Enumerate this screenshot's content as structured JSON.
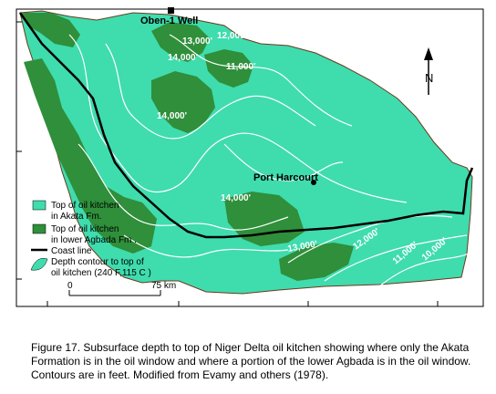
{
  "colors": {
    "akata": "#3fdcae",
    "agbada": "#2f8f3a",
    "coast": "#000000",
    "contour": "#ffffff",
    "border": "#6b3a1e"
  },
  "axis": {
    "x_ticks": [
      "5",
      "6",
      "7",
      "8"
    ],
    "y_ticks": [
      "6",
      "5",
      "4"
    ]
  },
  "places": {
    "oben_well": "Oben-1 Well",
    "port_harcourt": "Port Harcourt"
  },
  "north_label": "N",
  "contour_labels": {
    "c13000_top": "13,000'",
    "c12000_top": "12,000'",
    "c14000_a": "14,000'",
    "c11000_top": "11,000'",
    "c14000_b": "14,000'",
    "c14000_c": "14,000'",
    "c13000_bottom": "13,000'",
    "c12000_bottom": "12,000'",
    "c11000_bottom": "11,000'",
    "c10000_bottom": "10,000'"
  },
  "legend": {
    "akata_line1": "Top of oil kitchen",
    "akata_line2": "in Akata Fm.",
    "agbada_line1": "Top of oil kitchen",
    "agbada_line2": "in lower Agbada Fm .",
    "coast": "Coast line",
    "contour_line1": "Depth contour to top of",
    "contour_line2": "oil kitchen (240 F,115 C )"
  },
  "scale": {
    "start": "0",
    "end": "75 km"
  },
  "caption": "Figure 17.  Subsurface depth to top of Niger Delta oil kitchen showing where only the Akata Formation is in the oil window and where a portion of the lower Agbada is in the oil window. Contours are in feet.  Modified from Evamy and others (1978)."
}
